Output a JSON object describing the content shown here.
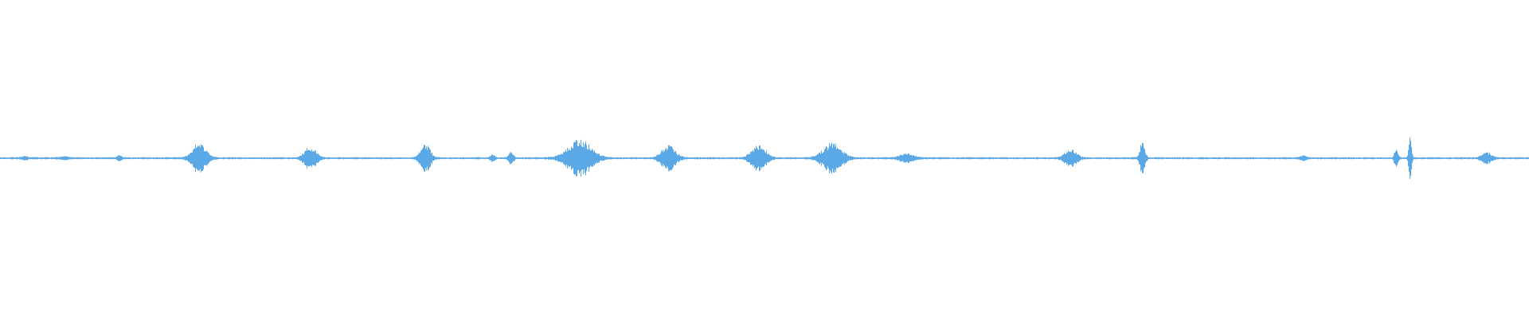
{
  "waveform": {
    "color": "#5aa9e6",
    "background": "#ffffff",
    "baseline_amplitude": 0.035,
    "bursts": [
      {
        "t": 0.016,
        "a": 0.05,
        "w": 0.003
      },
      {
        "t": 0.042,
        "a": 0.05,
        "w": 0.004
      },
      {
        "t": 0.078,
        "a": 0.09,
        "w": 0.002
      },
      {
        "t": 0.13,
        "a": 0.55,
        "w": 0.006
      },
      {
        "t": 0.203,
        "a": 0.42,
        "w": 0.005
      },
      {
        "t": 0.278,
        "a": 0.55,
        "w": 0.004
      },
      {
        "t": 0.322,
        "a": 0.12,
        "w": 0.002
      },
      {
        "t": 0.334,
        "a": 0.22,
        "w": 0.002
      },
      {
        "t": 0.379,
        "a": 0.7,
        "w": 0.01
      },
      {
        "t": 0.437,
        "a": 0.48,
        "w": 0.006
      },
      {
        "t": 0.496,
        "a": 0.5,
        "w": 0.006
      },
      {
        "t": 0.544,
        "a": 0.55,
        "w": 0.008
      },
      {
        "t": 0.593,
        "a": 0.16,
        "w": 0.006
      },
      {
        "t": 0.7,
        "a": 0.32,
        "w": 0.005
      },
      {
        "t": 0.747,
        "a": 0.7,
        "w": 0.002
      },
      {
        "t": 0.852,
        "a": 0.08,
        "w": 0.003
      },
      {
        "t": 0.913,
        "a": 0.38,
        "w": 0.0015
      },
      {
        "t": 0.922,
        "a": 0.85,
        "w": 0.0012
      },
      {
        "t": 0.972,
        "a": 0.2,
        "w": 0.004
      }
    ]
  }
}
